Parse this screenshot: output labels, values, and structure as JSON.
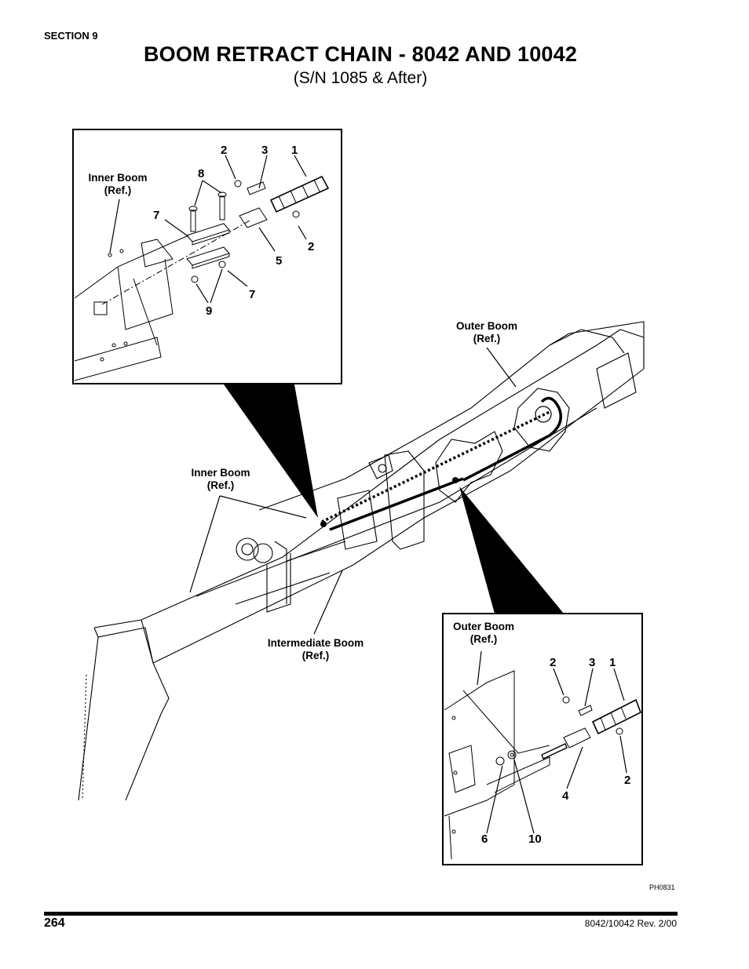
{
  "header": {
    "section": "SECTION 9",
    "title": "BOOM RETRACT CHAIN - 8042 AND 10042",
    "subtitle": "(S/N 1085 & After)"
  },
  "diagram": {
    "main": {
      "outer_boom": "Outer Boom\n(Ref.)",
      "inner_boom": "Inner Boom\n(Ref.)",
      "intermediate_boom": "Intermediate Boom\n(Ref.)"
    },
    "detail_top": {
      "inner_boom": "Inner Boom\n(Ref.)",
      "callouts": [
        "2",
        "3",
        "1",
        "8",
        "7",
        "2",
        "5",
        "7",
        "9"
      ]
    },
    "detail_bottom": {
      "outer_boom": "Outer Boom\n(Ref.)",
      "callouts": [
        "2",
        "3",
        "1",
        "2",
        "4",
        "6",
        "10"
      ]
    },
    "photo_id": "PH0831"
  },
  "footer": {
    "page_number": "264",
    "revision": "8042/10042 Rev. 2/00"
  }
}
